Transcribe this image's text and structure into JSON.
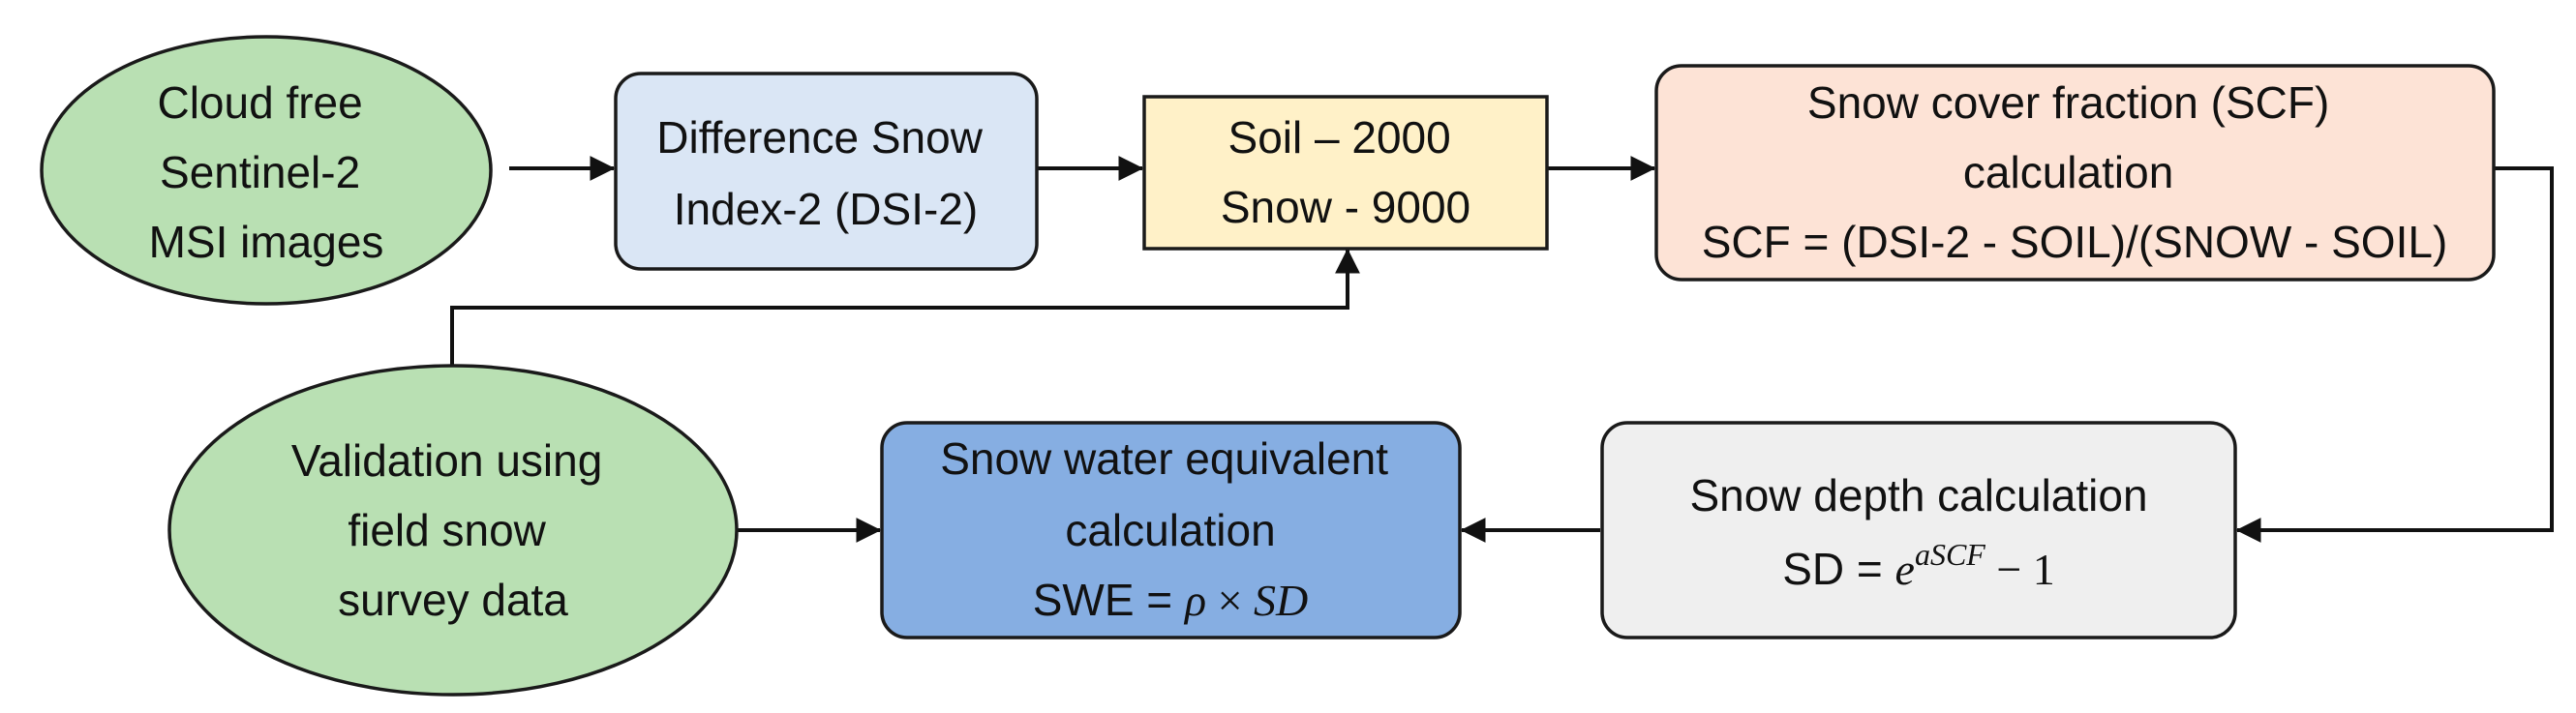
{
  "nodes": {
    "sentinel": {
      "lines": [
        "Cloud free",
        "Sentinel-2",
        "MSI images"
      ],
      "fill": "#b9e0b3"
    },
    "dsi": {
      "lines": [
        "Difference Snow",
        "Index-2 (DSI-2)"
      ],
      "fill": "#dae6f5"
    },
    "thresholds": {
      "lines": [
        "Soil – 2000",
        "Snow - 9000"
      ],
      "fill": "#fff1c8"
    },
    "scf": {
      "lines": [
        "Snow cover fraction (SCF)",
        "calculation",
        "SCF = (DSI-2 - SOIL)/(SNOW - SOIL)"
      ],
      "fill": "#fde3d6"
    },
    "snow_depth": {
      "lines": [
        "Snow depth calculation"
      ],
      "formula_prefix": "SD = ",
      "formula_base": "e",
      "formula_exponent": "aSCF",
      "formula_suffix": " − 1",
      "fill": "#efefef"
    },
    "swe": {
      "lines": [
        "Snow water equivalent",
        "calculation"
      ],
      "formula_prefix": "SWE = ",
      "formula_rho": "ρ",
      "formula_op": " × ",
      "formula_sd": "SD",
      "fill": "#86aee2"
    },
    "validation": {
      "lines": [
        "Validation using",
        "field snow",
        "survey data"
      ],
      "fill": "#b9e0b3"
    }
  },
  "colors": {
    "stroke": "#1a1a1a",
    "arrow": "#111111",
    "text": "#111111"
  }
}
